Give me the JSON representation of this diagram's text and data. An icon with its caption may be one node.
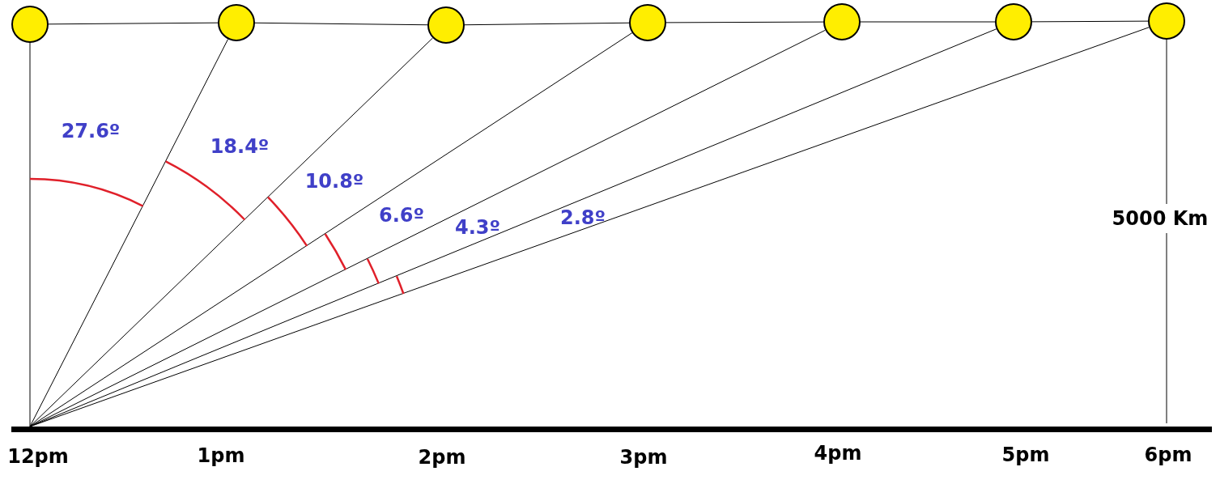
{
  "diagram": {
    "nodes": [
      {
        "text": [],
        "shape": "circle"
      },
      {
        "text": [],
        "shape": "circle"
      },
      {
        "text": [],
        "shape": "circle"
      },
      {
        "text": [],
        "shape": "circle"
      },
      {
        "text": [],
        "shape": "circle"
      },
      {
        "text": [],
        "shape": "circle"
      },
      {
        "text": [],
        "shape": "circle"
      },
      {
        "text": [],
        "shape": "bar"
      }
    ],
    "edges": [
      {
        "from": 0,
        "to": 1,
        "arrow": "none"
      },
      {
        "from": 1,
        "to": 2,
        "arrow": "none"
      },
      {
        "from": 2,
        "to": 3,
        "arrow": "none"
      },
      {
        "from": 3,
        "to": 4,
        "arrow": "none"
      },
      {
        "from": 4,
        "to": 5,
        "arrow": "none"
      },
      {
        "from": 5,
        "to": 6,
        "arrow": "none"
      },
      {
        "from": 7,
        "to": 0,
        "arrow": "none"
      },
      {
        "from": 7,
        "to": 1,
        "arrow": "none"
      },
      {
        "from": 7,
        "to": 2,
        "arrow": "none"
      },
      {
        "from": 7,
        "to": 3,
        "arrow": "none"
      },
      {
        "from": 7,
        "to": 4,
        "arrow": "none"
      },
      {
        "from": 7,
        "to": 5,
        "arrow": "none"
      },
      {
        "from": 7,
        "to": 6,
        "arrow": "none"
      },
      {
        "from": 6,
        "to": 7,
        "arrow": "none",
        "label": "5000 Km"
      }
    ],
    "labels": [
      "27.6º",
      "18.4º",
      "10.8º",
      "6.6º",
      "4.3º",
      "2.8º",
      "12pm",
      "1pm",
      "2pm",
      "3pm",
      "4pm",
      "5pm",
      "6pm"
    ]
  }
}
